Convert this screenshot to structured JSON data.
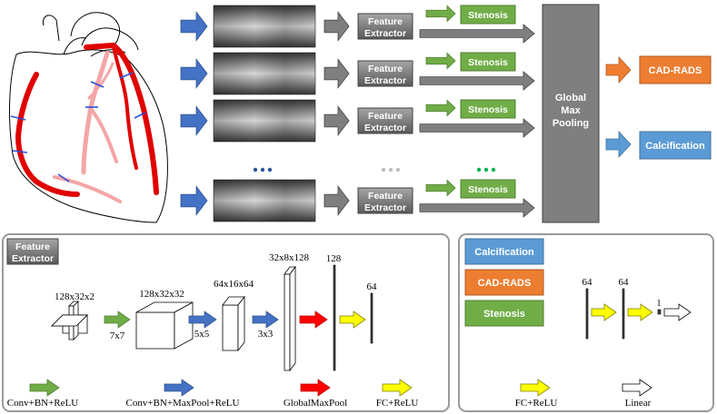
{
  "top": {
    "feature_extractor_label": "Feature Extractor",
    "feature_extractor_line1": "Feature",
    "feature_extractor_line2": "Extractor",
    "stenosis": "Stenosis",
    "pooling_line1": "Global",
    "pooling_line2": "Max",
    "pooling_line3": "Pooling",
    "cadrads": "CAD-RADS",
    "calcification": "Calcification",
    "rows": 4
  },
  "extractor_panel": {
    "title_line1": "Feature",
    "title_line2": "Extractor",
    "dims": [
      "128x32x2",
      "128x32x32",
      "64x16x64",
      "32x8x128",
      "128",
      "64"
    ],
    "kernels": [
      "7x7",
      "5x5",
      "3x3"
    ],
    "legend": [
      "Conv+BN+ReLU",
      "Conv+BN+MaxPool+ReLU",
      "GlobalMaxPool",
      "FC+ReLU"
    ]
  },
  "head_panel": {
    "tasks": [
      "Calcification",
      "CAD-RADS",
      "Stenosis"
    ],
    "dims": [
      "64",
      "64",
      "1"
    ],
    "legend": [
      "FC+ReLU",
      "Linear"
    ]
  },
  "colors": {
    "blue": "#4472c4",
    "green": "#70ad47",
    "orange": "#ed7d31",
    "calc_blue": "#5b9bd5",
    "gray": "#7f7f7f",
    "red": "#ff0000",
    "yellow": "#ffff00"
  }
}
